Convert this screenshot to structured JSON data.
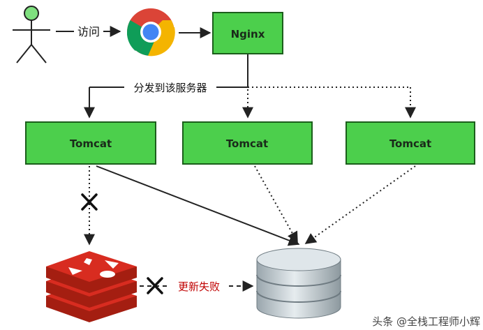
{
  "labels": {
    "access": "访问",
    "nginx": "Nginx",
    "dispatch": "分发到该服务器",
    "tomcat_1": "Tomcat",
    "tomcat_2": "Tomcat",
    "tomcat_3": "Tomcat",
    "update_fail": "更新失败",
    "watermark": "头条 @全栈工程师小辉"
  },
  "colors": {
    "box_fill": "#4ccf4c",
    "box_stroke": "#1b5e1b",
    "redis_red": "#d82c20",
    "redis_dark": "#a41e11",
    "db_gray": "#c7d0d6",
    "arrow": "#222222",
    "fail_x": "#111111",
    "update_text": "#c00000"
  },
  "icons": {
    "user": "stick-figure-icon",
    "browser": "chrome-icon",
    "cache": "redis-icon",
    "database": "database-icon",
    "fail": "x-mark-icon"
  }
}
